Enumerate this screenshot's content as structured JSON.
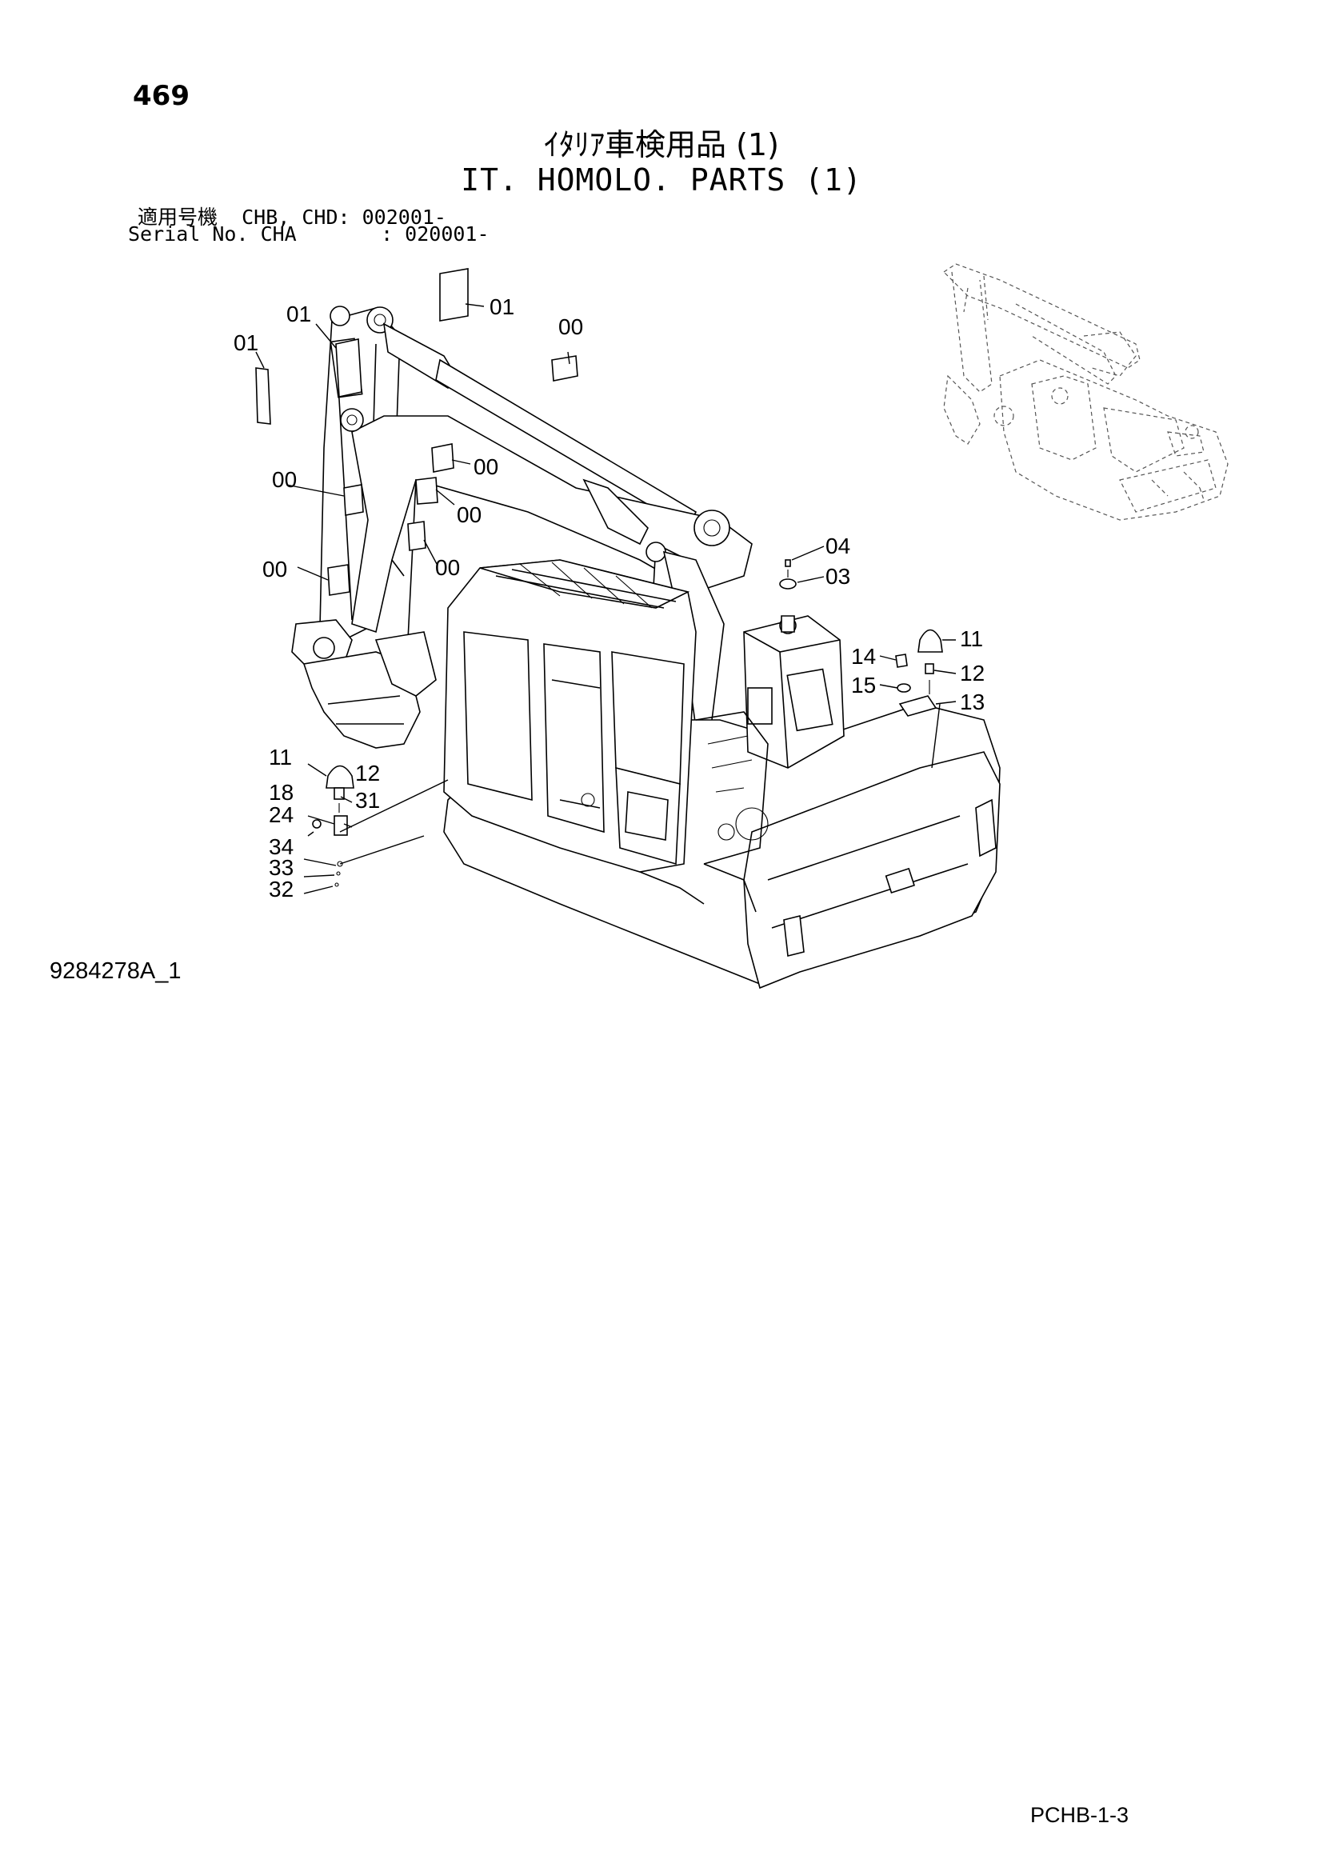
{
  "page_number": "469",
  "title_jp": "ｲﾀﾘｱ車検用品 (1)",
  "title_en": "IT. HOMOLO. PARTS (1)",
  "serial_line_1": "適用号機  CHB, CHD: 002001-",
  "serial_line_2": "Serial No. CHA       : 020001-",
  "callouts": {
    "c01a": "01",
    "c01b": "01",
    "c01c": "01",
    "c00a": "00",
    "c00b": "00",
    "c00c": "00",
    "c00d": "00",
    "c00e": "00",
    "c00f": "00",
    "c04": "04",
    "c03": "03",
    "c11r": "11",
    "c14": "14",
    "c12r": "12",
    "c15": "15",
    "c13": "13",
    "c11l": "11",
    "c12l": "12",
    "c18": "18",
    "c31": "31",
    "c24": "24",
    "c34": "34",
    "c33": "33",
    "c32": "32"
  },
  "drawing_code": "9284278A_1",
  "page_code": "PCHB-1-3"
}
